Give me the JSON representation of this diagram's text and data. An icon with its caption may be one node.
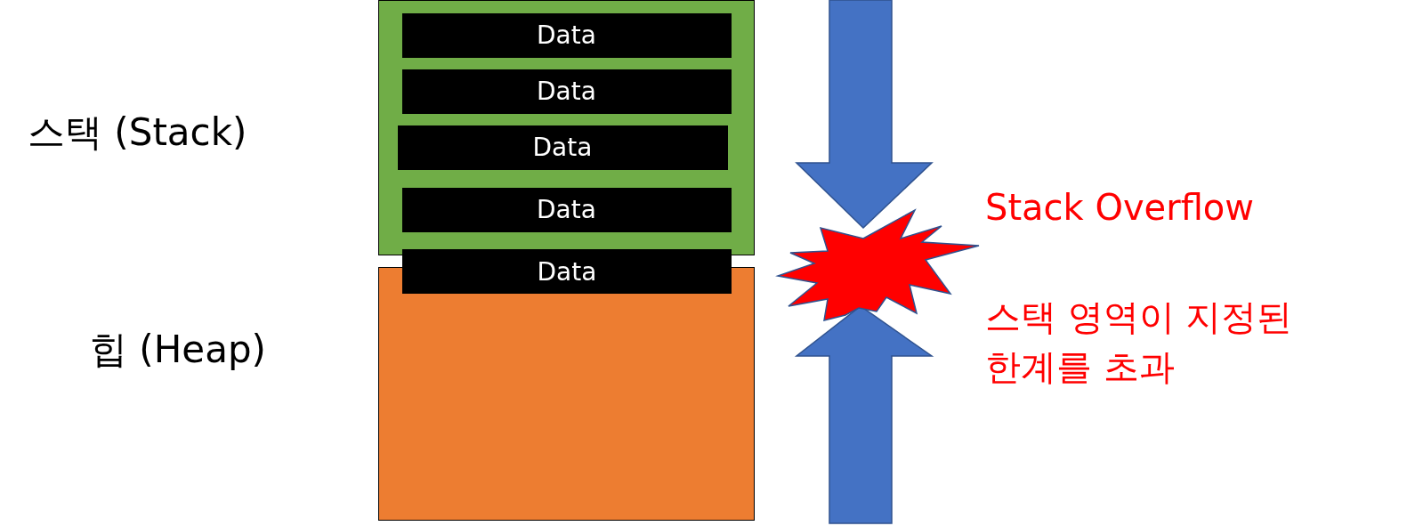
{
  "diagram": {
    "nodes": [
      {
        "text": [
          "스택 (Stack)"
        ]
      },
      {
        "text": [
          "Data"
        ],
        "in": 0
      },
      {
        "text": [
          "Data"
        ],
        "in": 0
      },
      {
        "text": [
          "Data"
        ],
        "in": 0
      },
      {
        "text": [
          "Data"
        ],
        "in": 0
      },
      {
        "text": [
          "Data"
        ]
      },
      {
        "text": [
          "힙 (Heap)"
        ]
      }
    ],
    "labels": [
      "Stack Overflow",
      "스택 영역이 지정된 한계를 초과"
    ]
  }
}
